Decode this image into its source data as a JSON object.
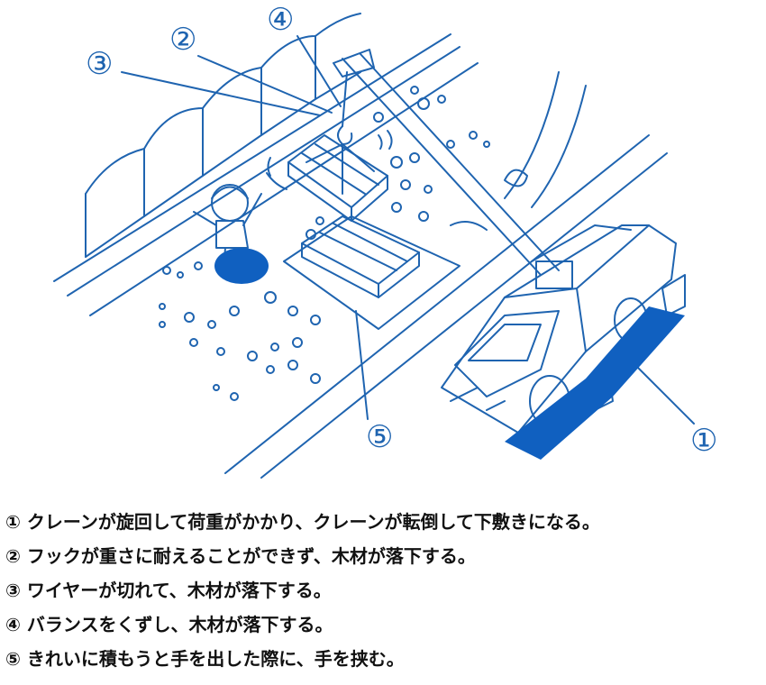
{
  "colors": {
    "line": "#1f64b0",
    "fill": "#1060c0",
    "text": "#111111"
  },
  "callouts": [
    "①",
    "②",
    "③",
    "④",
    "⑤"
  ],
  "captions": [
    "① クレーンが旋回して荷重がかかり、クレーンが転倒して下敷きになる。",
    "② フックが重さに耐えることができず、木材が落下する。",
    "③ ワイヤーが切れて、木材が落下する。",
    "④ バランスをくずし、木材が落下する。",
    "⑤ きれいに積もうと手を出した際に、手を挟む。"
  ]
}
